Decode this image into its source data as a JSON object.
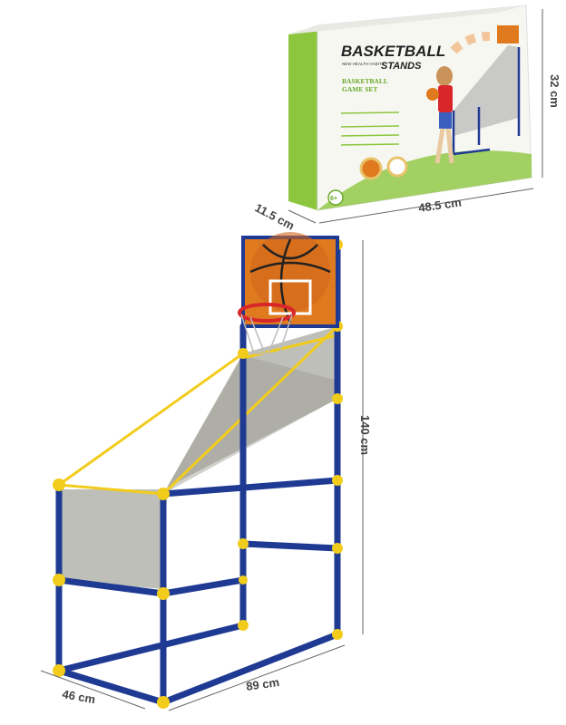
{
  "box": {
    "brand_line1": "BASKETBALL",
    "brand_line2": "STANDS",
    "tagline": "NEW HEALTH HABITS",
    "subtitle_line1": "BASKETBALL",
    "subtitle_line2": "GAME SET",
    "age": "6+"
  },
  "dimensions": {
    "box_height": "32 cm",
    "box_depth": "11.5 cm",
    "box_width": "48.5 cm",
    "stand_height": "140 cm",
    "stand_depth": "46 cm",
    "stand_length": "89 cm"
  },
  "colors": {
    "pole_blue": "#1f3a93",
    "joint_yellow": "#f2cc1a",
    "box_green": "#8cc63f",
    "backboard_orange": "#e07a1f"
  }
}
